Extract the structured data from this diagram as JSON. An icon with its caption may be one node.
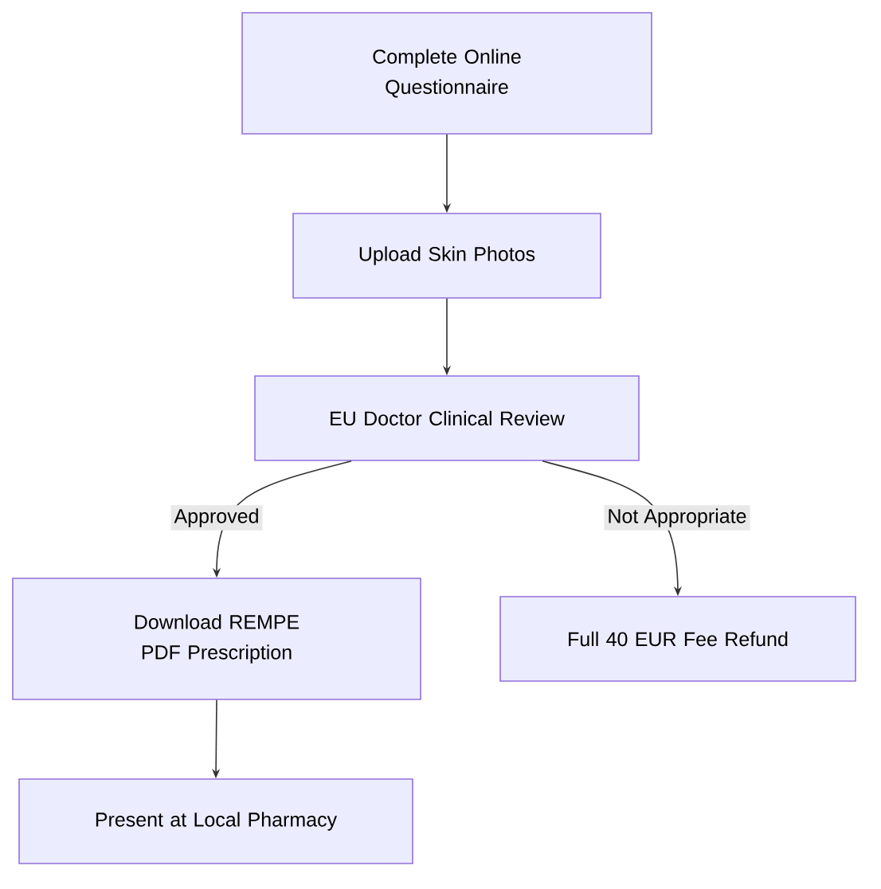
{
  "diagram": {
    "nodes": [
      {
        "text": [
          "Complete Online Questionnaire"
        ]
      },
      {
        "text": [
          "Upload Skin Photos"
        ]
      },
      {
        "text": [
          "EU Doctor Clinical Review"
        ]
      },
      {
        "text": [
          "Download REMPE PDF Prescription"
        ]
      },
      {
        "text": [
          "Full 40 EUR Fee Refund"
        ]
      },
      {
        "text": [
          "Present at Local Pharmacy"
        ]
      }
    ],
    "edges": [
      {
        "from": 0,
        "to": 1,
        "arrow": "to"
      },
      {
        "from": 1,
        "to": 2,
        "arrow": "to"
      },
      {
        "from": 2,
        "to": 3,
        "arrow": "to",
        "label": "Approved"
      },
      {
        "from": 2,
        "to": 4,
        "arrow": "to",
        "label": "Not Appropriate"
      },
      {
        "from": 3,
        "to": 5,
        "arrow": "to"
      }
    ]
  }
}
